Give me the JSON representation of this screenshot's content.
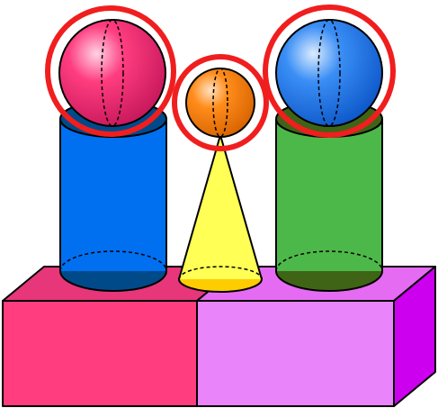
{
  "colors": {
    "block_left_front": "#FF3D7F",
    "block_left_top": "#E7367A",
    "block_right_front": "#E984FA",
    "block_right_top": "#E56BF2",
    "block_right_side": "#CC00EE",
    "cylinder_blue": "#0070F0",
    "cylinder_blue_base": "#004A8A",
    "cylinder_green": "#4DB84A",
    "cylinder_green_base": "#3F6416",
    "cone_yellow": "#FFFF55",
    "cone_base": "#FFCC00",
    "sphere_pink": "#FF3D7F",
    "sphere_orange": "#FF8C1A",
    "sphere_blue": "#3A8EF5",
    "highlight_ring": "#F01E1E"
  },
  "shapes": [
    {
      "name": "pink-block",
      "kind": "rectangular-prism",
      "color": "pink"
    },
    {
      "name": "violet-block",
      "kind": "rectangular-prism",
      "color": "violet"
    },
    {
      "name": "blue-cylinder",
      "kind": "cylinder",
      "color": "blue"
    },
    {
      "name": "yellow-cone",
      "kind": "cone",
      "color": "yellow"
    },
    {
      "name": "green-cylinder",
      "kind": "cylinder",
      "color": "green"
    },
    {
      "name": "pink-sphere",
      "kind": "sphere",
      "color": "pink",
      "circled": true
    },
    {
      "name": "orange-sphere",
      "kind": "sphere",
      "color": "orange",
      "circled": true
    },
    {
      "name": "blue-sphere",
      "kind": "sphere",
      "color": "blue",
      "circled": true
    }
  ]
}
